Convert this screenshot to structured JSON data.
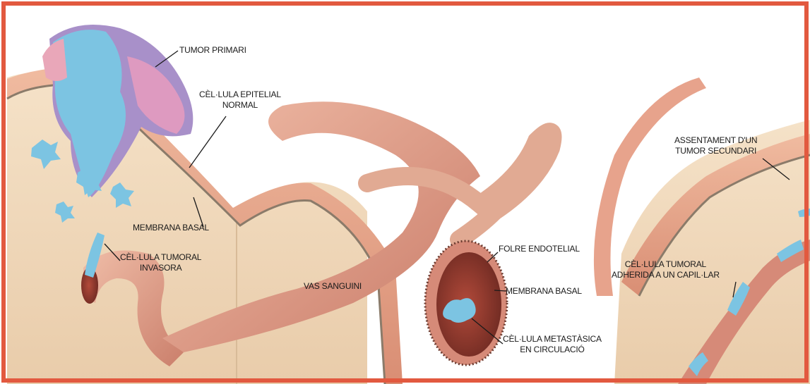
{
  "colors": {
    "frame": "#e2593f",
    "tissue": "#f2d9b9",
    "skin": "#e7a38c",
    "vessel": "#d68a78",
    "vessel_inner": "#8e3a2e",
    "tumor_blue": "#7cc4e2",
    "tumor_purple": "#a890c9",
    "tumor_pink": "#de9ac0"
  },
  "labels": {
    "tumor_primari": "TUMOR PRIMARI",
    "cellula_epitelial_normal": [
      "CÈL·LULA EPITELIAL",
      "NORMAL"
    ],
    "membrana_basal_1": "MEMBRANA BASAL",
    "cellula_tumoral_invasora": [
      "CÈL·LULA TUMORAL",
      "INVASORA"
    ],
    "vas_sanguini": "VAS SANGUINI",
    "folre_endotelial": "FOLRE ENDOTELIAL",
    "membrana_basal_2": "MEMBRANA BASAL",
    "cellula_metastasica": [
      "CÈL·LULA METASTÀSICA",
      "EN CIRCULACIÓ"
    ],
    "cellula_tumoral_adherida": [
      "CÈL·LULA TUMORAL",
      "ADHERIDA A UN CAPIL·LAR"
    ],
    "assentament_tumor_secundari": [
      "ASSENTAMENT D'UN",
      "TUMOR SECUNDARI"
    ]
  }
}
